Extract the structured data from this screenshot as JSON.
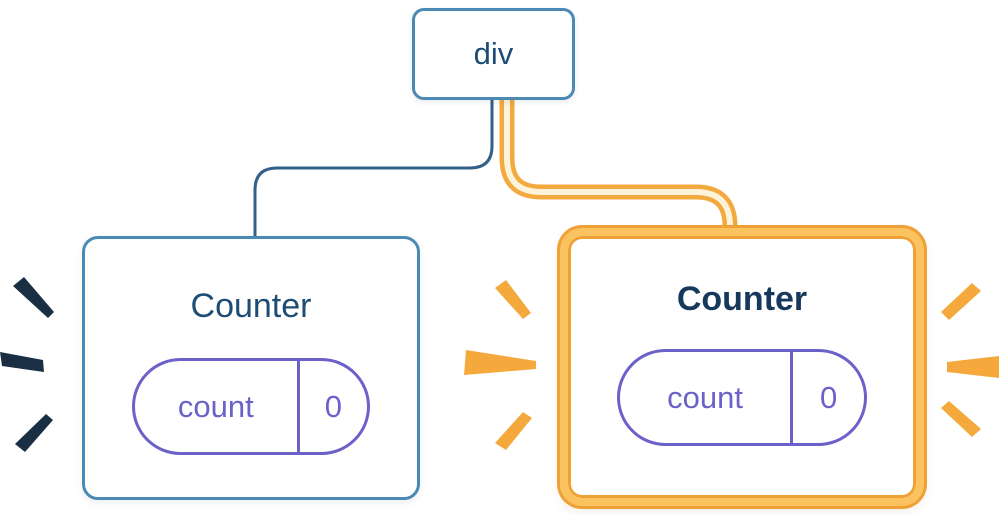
{
  "tree": {
    "root": {
      "label": "div"
    },
    "children": [
      {
        "label": "Counter",
        "highlighted": false,
        "state": {
          "key": "count",
          "value": "0"
        }
      },
      {
        "label": "Counter",
        "highlighted": true,
        "state": {
          "key": "count",
          "value": "0"
        }
      }
    ]
  },
  "colors": {
    "node_border_blue": "#4a8ab5",
    "edge_blue": "#33608a",
    "text_navy": "#1d4d75",
    "text_navy_bold": "#16385c",
    "pill_purple": "#6b61c9",
    "highlight_ring_orange": "#f0a136",
    "highlight_band_gold": "#fbc35f",
    "edge_orange": "#f2a93e",
    "edge_orange_core": "#fdf3da",
    "burst_navy": "#1b2f44",
    "burst_orange": "#f5a93c",
    "background": "#ffffff"
  }
}
